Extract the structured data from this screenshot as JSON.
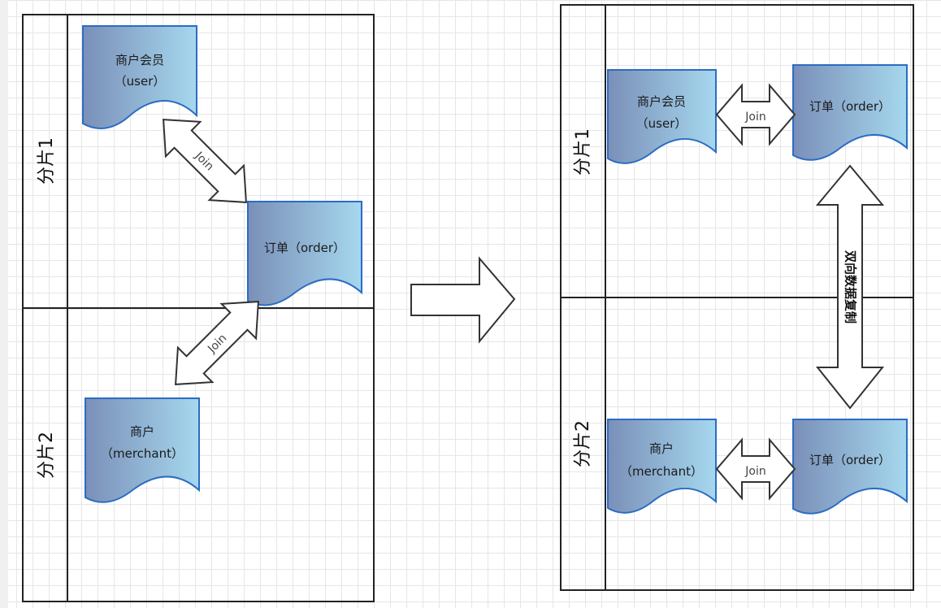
{
  "colors": {
    "doc_fill_left": "#7a8fb8",
    "doc_fill_right": "#a6d8ee",
    "doc_stroke": "#2b6cc4",
    "line": "#222222",
    "grid": "#e6e6e6"
  },
  "left_diagram": {
    "shard1_label": "分片1",
    "shard2_label": "分片2",
    "user_doc": {
      "line1": "商户会员",
      "line2": "（user）"
    },
    "order_doc": {
      "line1": "订单（order）"
    },
    "merchant_doc": {
      "line1": "商户",
      "line2": "（merchant）"
    },
    "join_top": "Join",
    "join_bottom": "Join"
  },
  "transform_arrow_icon": "arrow-right-icon",
  "right_diagram": {
    "shard1_label": "分片1",
    "shard2_label": "分片2",
    "user_doc": {
      "line1": "商户会员",
      "line2": "（user）"
    },
    "order_doc_top": {
      "line1": "订单（order）"
    },
    "merchant_doc": {
      "line1": "商户",
      "line2": "（merchant）"
    },
    "order_doc_bottom": {
      "line1": "订单（order）"
    },
    "join_top": "Join",
    "join_bottom": "Join",
    "replication_label": "双向数据复制"
  }
}
